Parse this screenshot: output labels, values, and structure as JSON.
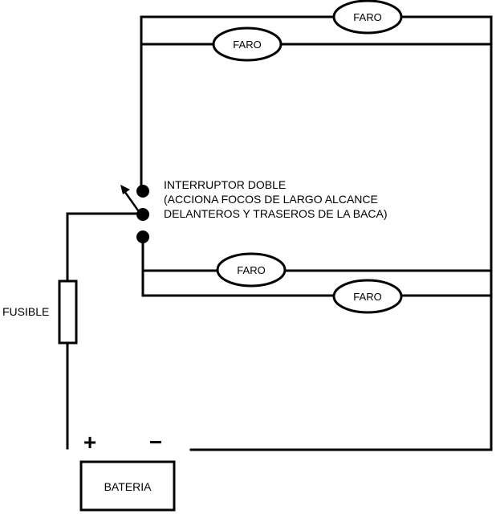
{
  "diagram": {
    "lamps": {
      "top_outer": "FARO",
      "top_inner": "FARO",
      "bottom_inner": "FARO",
      "bottom_outer": "FARO"
    },
    "switch": {
      "line1": "INTERRUPTOR DOBLE",
      "line2": "(ACCIONA FOCOS DE LARGO ALCANCE",
      "line3": "DELANTEROS Y TRASEROS DE LA BACA)"
    },
    "fuse_label": "FUSIBLE",
    "battery": {
      "label": "BATERIA",
      "plus": "+",
      "minus": "−"
    }
  }
}
